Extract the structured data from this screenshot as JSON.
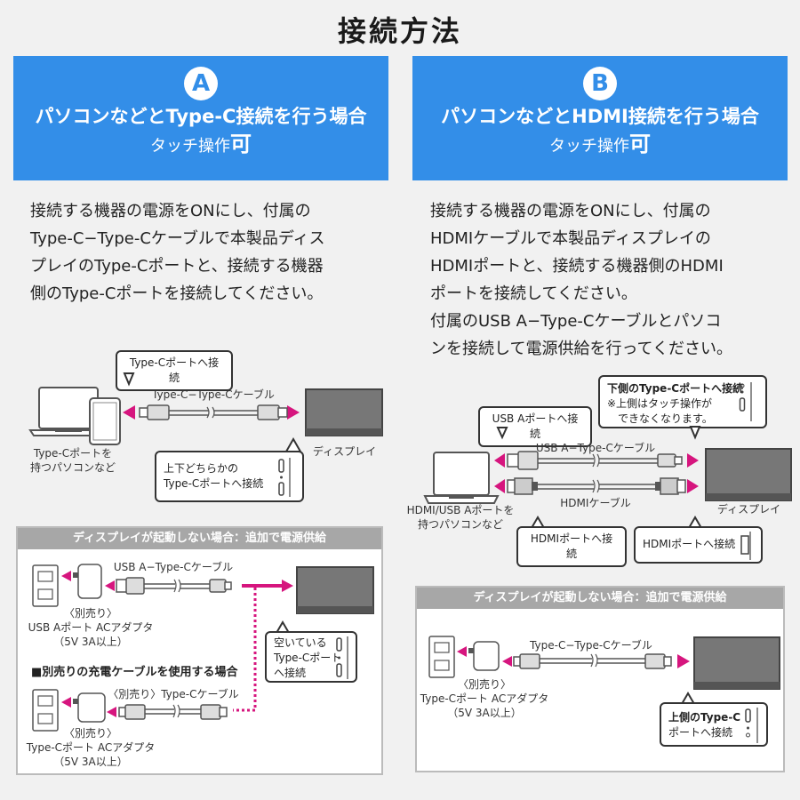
{
  "page_title": "接続方法",
  "accent_color": "#338ee8",
  "arrow_color": "#d6157e",
  "section_a": {
    "badge": "A",
    "heading": "パソコンなどとType-C接続を行う場合",
    "touch_label": "タッチ操作",
    "touch_value": "可",
    "instructions": [
      "接続する機器の電源をONにし、付属の",
      "Type-C−Type-Cケーブルで本製品ディス",
      "プレイのType-Cポートと、接続する機器",
      "側のType-Cポートを接続してください。"
    ],
    "diagram": {
      "bubble_top": "Type-Cポートへ接続",
      "cable_label": "Type-C−Type-Cケーブル",
      "device_label": [
        "Type-Cポートを",
        "持つパソコンなど"
      ],
      "display_label": "ディスプレイ",
      "bubble_port": [
        "上下どちらかの",
        "Type-Cポートへ接続"
      ]
    },
    "power_panel": {
      "header": "ディスプレイが起動しない場合：追加で電源供給",
      "cable_label": "USB A−Type-Cケーブル",
      "adapter_label": [
        "〈別売り〉",
        "USB Aポート ACアダプタ",
        "（5V 3A以上）"
      ],
      "bubble_port": [
        "空いている",
        "Type-Cポート",
        "へ接続"
      ],
      "alt_heading": "■別売りの充電ケーブルを使用する場合",
      "alt_cable_label": "〈別売り〉Type-Cケーブル",
      "alt_adapter_label": [
        "〈別売り〉",
        "Type-Cポート ACアダプタ",
        "（5V 3A以上）"
      ]
    }
  },
  "section_b": {
    "badge": "B",
    "heading": "パソコンなどとHDMI接続を行う場合",
    "touch_label": "タッチ操作",
    "touch_value": "可",
    "instructions": [
      "接続する機器の電源をONにし、付属の",
      "HDMIケーブルで本製品ディスプレイの",
      "HDMIポートと、接続する機器側のHDMI",
      "ポートを接続してください。",
      "付属のUSB A−Type-Cケーブルとパソコ",
      "ンを接続して電源供給を行ってください。"
    ],
    "diagram": {
      "bubble_usb": "USB Aポートへ接続",
      "bubble_typec": [
        "下側のType-Cポートへ接続",
        "※上側はタッチ操作が",
        "　できなくなります。"
      ],
      "usb_cable_label": "USB A−Type-Cケーブル",
      "hdmi_cable_label": "HDMIケーブル",
      "device_label": [
        "HDMI/USB Aポートを",
        "持つパソコンなど"
      ],
      "display_label": "ディスプレイ",
      "bubble_hdmi_pc": "HDMIポートへ接続",
      "bubble_hdmi_display": "HDMIポートへ接続"
    },
    "power_panel": {
      "header": "ディスプレイが起動しない場合：追加で電源供給",
      "cable_label": "Type-C−Type-Cケーブル",
      "adapter_label": [
        "〈別売り〉",
        "Type-Cポート ACアダプタ",
        "（5V 3A以上）"
      ],
      "bubble_port": [
        "上側のType-C",
        "ポートへ接続"
      ]
    }
  }
}
